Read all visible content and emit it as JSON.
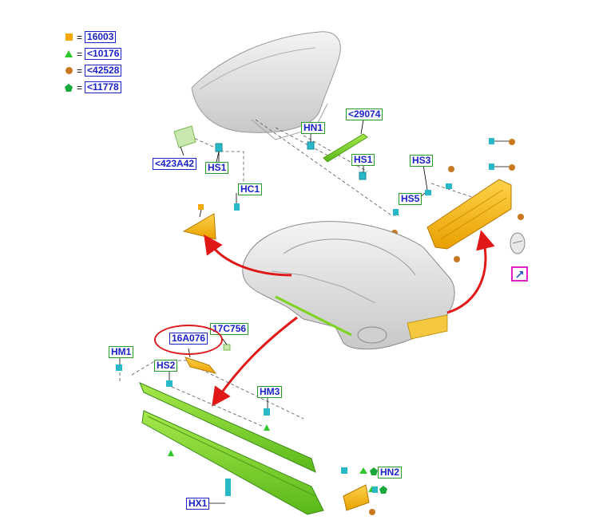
{
  "legend": {
    "items": [
      {
        "icon": "orange-square-icon",
        "color": "#f5a800",
        "label": "16003"
      },
      {
        "icon": "green-triangle-icon",
        "color": "#2ec82e",
        "label": "<10176"
      },
      {
        "icon": "brown-circle-icon",
        "color": "#c87820",
        "label": "<42528"
      },
      {
        "icon": "green-pentagon-icon",
        "color": "#1aa83a",
        "label": "<11778"
      }
    ],
    "equals": "="
  },
  "callouts": {
    "c29074": "<29074",
    "hn1": "HN1",
    "c423a42": "<423A42",
    "hs1_left": "HS1",
    "hs1_right": "HS1",
    "hs3": "HS3",
    "hc1": "HC1",
    "hs5": "HS5",
    "c17c756": "17C756",
    "c16a076": "16A076",
    "hm1": "HM1",
    "hs2": "HS2",
    "hm3": "HM3",
    "hn2": "HN2",
    "hx1": "HX1"
  },
  "colors": {
    "callout_blue": "#1a22c8",
    "callout_green_border": "#2a9a2a",
    "arrow_red": "#e01818",
    "part_orange": "#f5b400",
    "part_green": "#7ed321",
    "fastener_teal": "#28b8c8",
    "highlight_red": "#d81c1c",
    "link_magenta": "#e020c8"
  },
  "icons": {
    "link": "arrow-up-right-icon"
  }
}
